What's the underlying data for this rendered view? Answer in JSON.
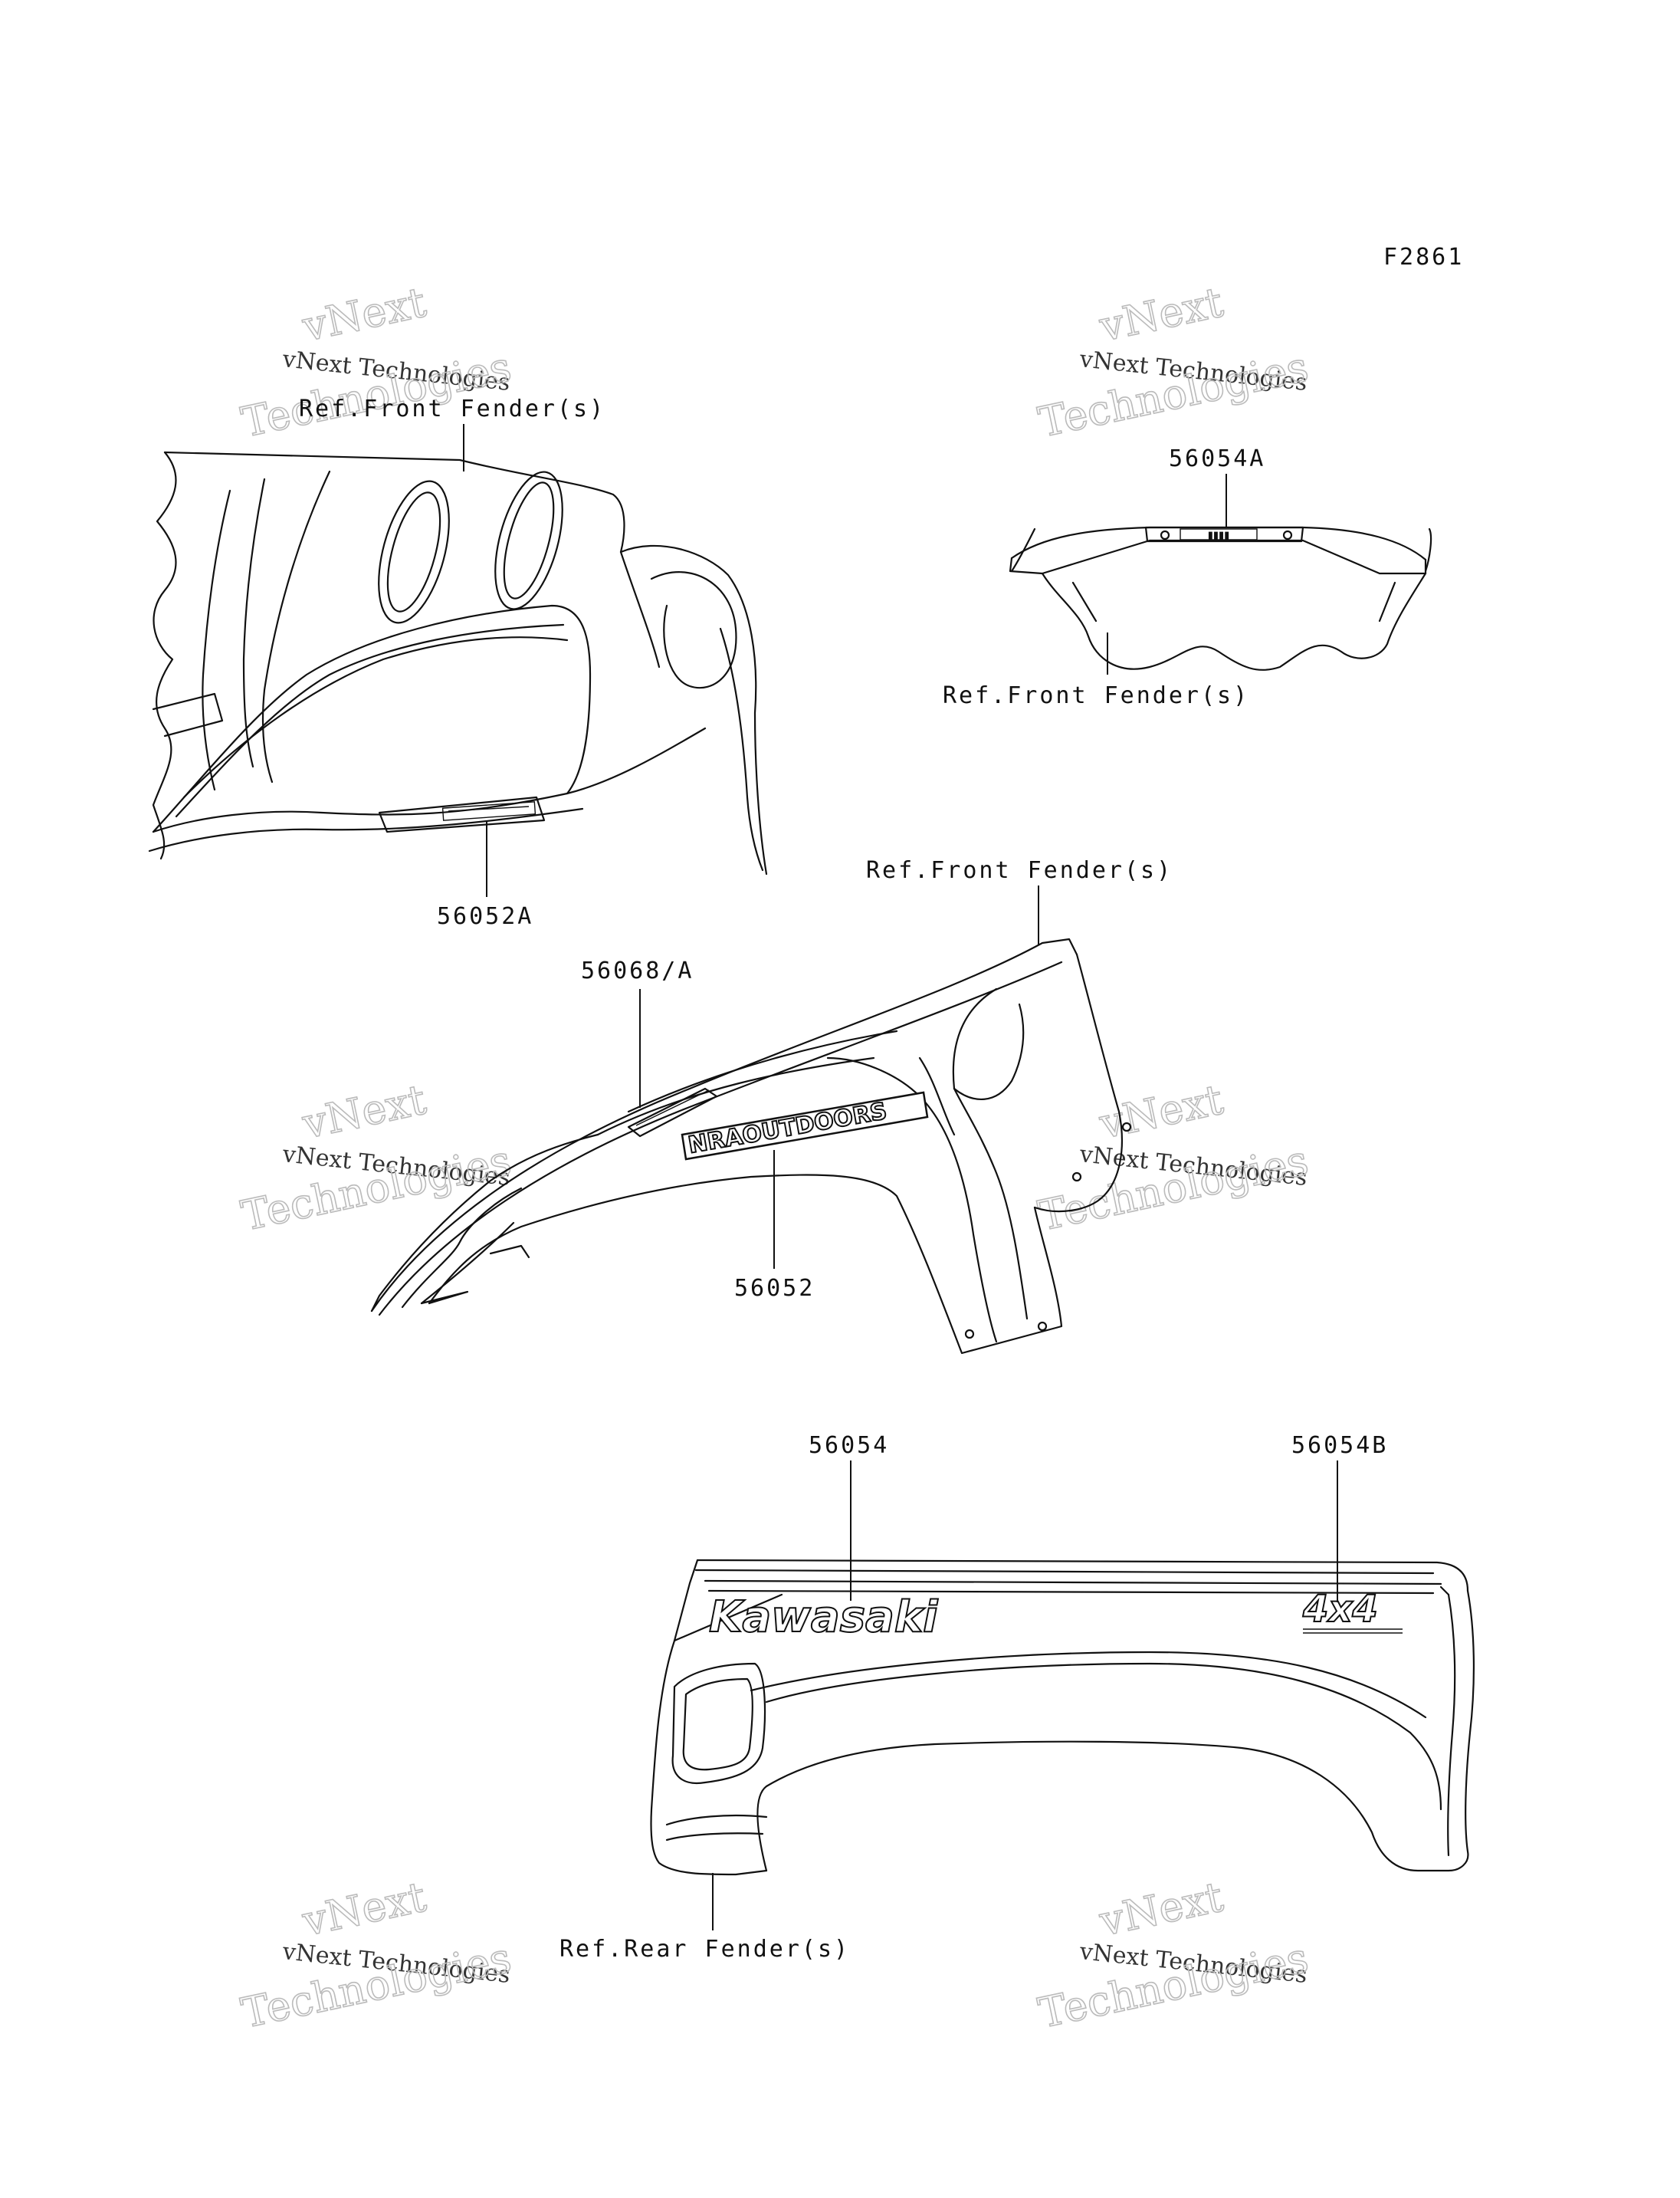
{
  "figure_code": "F2861",
  "labels": {
    "ref_front_fender_1": "Ref.Front Fender(s)",
    "ref_front_fender_2": "Ref.Front Fender(s)",
    "ref_front_fender_3": "Ref.Front Fender(s)",
    "ref_rear_fender": "Ref.Rear Fender(s)",
    "part_56052A": "56052A",
    "part_56054A": "56054A",
    "part_56068A": "56068/A",
    "part_56052": "56052",
    "part_56054": "56054",
    "part_56054B": "56054B"
  },
  "watermark": {
    "line1": "vNext",
    "line2": "vNext Technologies",
    "line3": "Technologies"
  },
  "decals": {
    "nra_outdoors": "NRAOUTDOORS",
    "kawasaki": "Kawasaki",
    "four_by_four": "4x4"
  },
  "colors": {
    "ink": "#111111",
    "background": "#ffffff",
    "watermark": "#bbbbbb"
  }
}
